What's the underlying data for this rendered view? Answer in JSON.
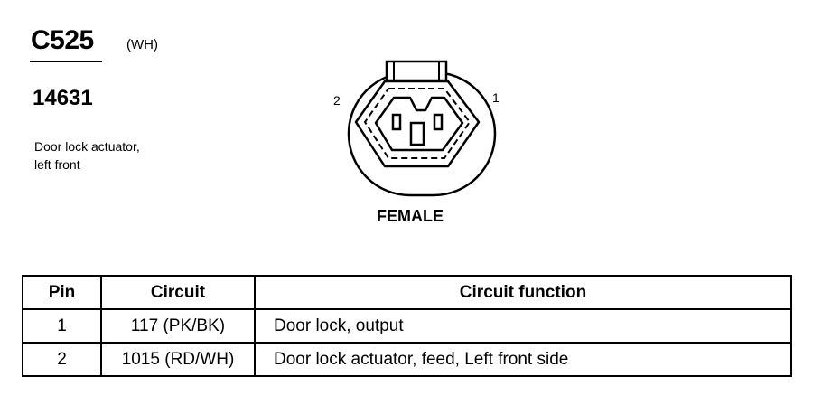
{
  "connector": {
    "id": "C525",
    "color_code": "(WH)",
    "part_number": "14631",
    "description_lines": [
      "Door lock actuator,",
      "left front"
    ]
  },
  "diagram": {
    "pin_labels": [
      "2",
      "1"
    ],
    "gender": "FEMALE"
  },
  "table": {
    "headers": [
      "Pin",
      "Circuit",
      "Circuit function"
    ],
    "rows": [
      {
        "pin": "1",
        "circuit": "117 (PK/BK)",
        "function": "Door lock, output"
      },
      {
        "pin": "2",
        "circuit": "1015 (RD/WH)",
        "function": "Door lock actuator, feed, Left front side"
      }
    ]
  }
}
